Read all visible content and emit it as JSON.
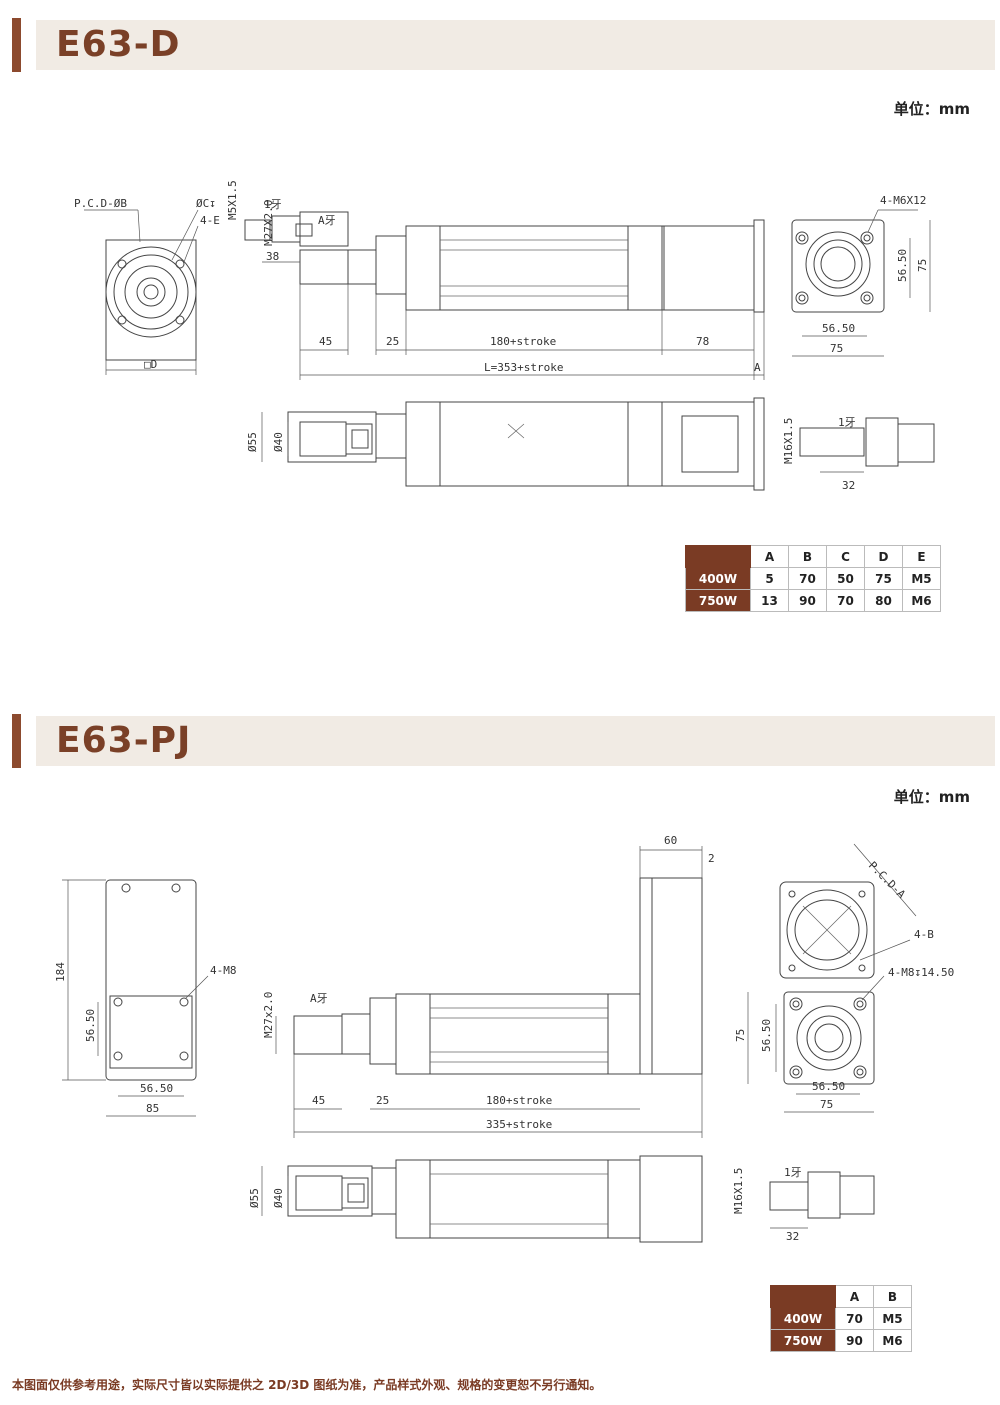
{
  "sections": [
    {
      "title": "E63-D",
      "unit": "单位：mm",
      "dims": {
        "pcd": "P.C.D-ØB",
        "c": "ØC↧",
        "m": "M5X1.5",
        "e": "4-E",
        "d": "□D",
        "tooth1": "1牙",
        "atooth": "A牙",
        "thread": "M27X2.0",
        "d38": "38",
        "d45": "45",
        "d25": "25",
        "stroke": "180+stroke",
        "d78": "78",
        "length": "L=353+stroke",
        "a": "A",
        "bolts": "4-M6X12",
        "d5650v": "56.50",
        "d75v": "75",
        "d5650h": "56.50",
        "d75h": "75",
        "dia55": "Ø55",
        "dia40": "Ø40",
        "m16": "M16X1.5",
        "tooth2": "1牙",
        "d32": "32"
      },
      "table": {
        "headers": [
          "A",
          "B",
          "C",
          "D",
          "E"
        ],
        "rows": [
          {
            "label": "400W",
            "values": [
              "5",
              "70",
              "50",
              "75",
              "M5"
            ]
          },
          {
            "label": "750W",
            "values": [
              "13",
              "90",
              "70",
              "80",
              "M6"
            ]
          }
        ]
      }
    },
    {
      "title": "E63-PJ",
      "unit": "单位：mm",
      "dims": {
        "d184": "184",
        "m8": "4-M8",
        "d5650v": "56.50",
        "d5650h": "56.50",
        "d85": "85",
        "thread": "M27x2.0",
        "atooth": "A牙",
        "d45": "45",
        "d25": "25",
        "stroke": "180+stroke",
        "length": "335+stroke",
        "d60": "60",
        "d2": "2",
        "pcd": "P.C.D-A",
        "b4": "4-B",
        "m8d": "4-M8↧14.50",
        "d75v": "75",
        "d5650r": "56.50",
        "d5650b": "56.50",
        "d75b": "75",
        "dia55": "Ø55",
        "dia40": "Ø40",
        "m16": "M16X1.5",
        "tooth": "1牙",
        "d32": "32"
      },
      "table": {
        "headers": [
          "A",
          "B"
        ],
        "rows": [
          {
            "label": "400W",
            "values": [
              "70",
              "M5"
            ]
          },
          {
            "label": "750W",
            "values": [
              "90",
              "M6"
            ]
          }
        ]
      }
    }
  ],
  "footnote": "本图面仅供参考用途，实际尺寸皆以实际提供之 2D/3D 图纸为准，产品样式外观、规格的变更恕不另行通知。"
}
